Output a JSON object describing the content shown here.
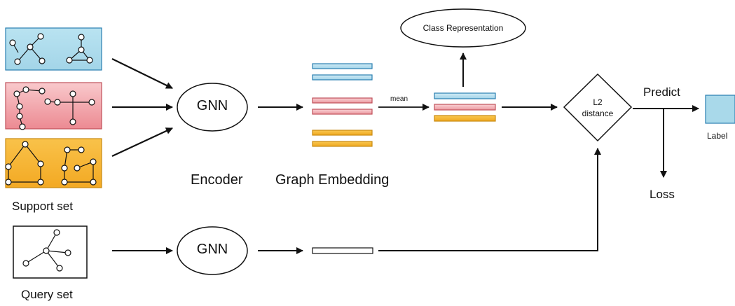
{
  "labels": {
    "support_set": "Support set",
    "query_set": "Query set",
    "gnn_top": "GNN",
    "gnn_bottom": "GNN",
    "encoder": "Encoder",
    "graph_embedding": "Graph Embedding",
    "mean": "mean",
    "class_representation": "Class Representation",
    "l2": "L2",
    "distance": "distance",
    "predict": "Predict",
    "loss": "Loss",
    "label": "Label"
  },
  "colors": {
    "blue_class": "#a9d9ea",
    "red_class": "#f2a2a8",
    "orange_class": "#f5b43a",
    "blue_border": "#2a7fb0",
    "red_border": "#c0505a",
    "orange_border": "#c98a10",
    "line": "#111111"
  }
}
